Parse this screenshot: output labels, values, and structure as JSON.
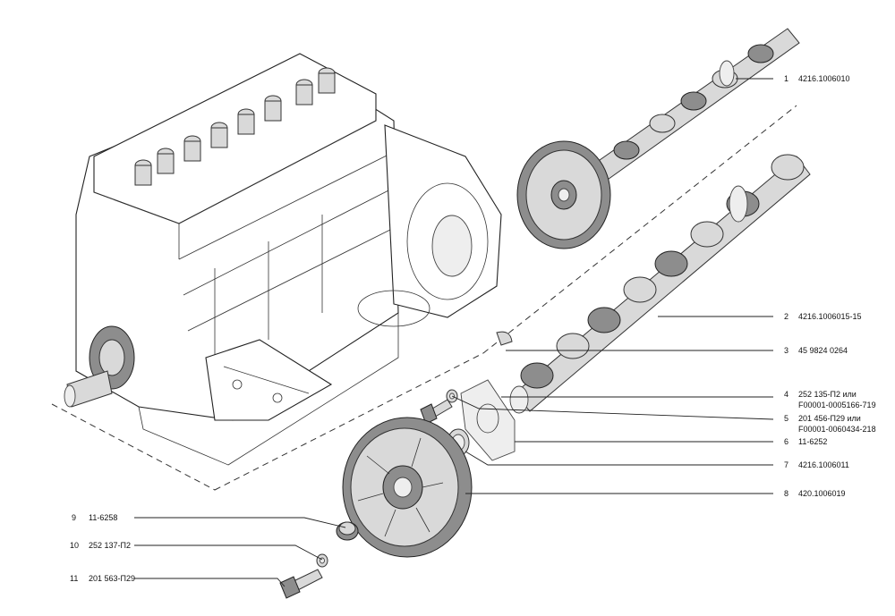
{
  "labels": [
    {
      "num": "1",
      "lines": [
        "4216.1006010"
      ]
    },
    {
      "num": "2",
      "lines": [
        "4216.1006015-15"
      ]
    },
    {
      "num": "3",
      "lines": [
        "45 9824 0264"
      ]
    },
    {
      "num": "4",
      "lines": [
        "252 135-П2 или",
        "F00001-0005166-719"
      ]
    },
    {
      "num": "5",
      "lines": [
        "201 456-П29  или",
        "F00001-0060434-218"
      ]
    },
    {
      "num": "6",
      "lines": [
        "11-6252"
      ]
    },
    {
      "num": "7",
      "lines": [
        "4216.1006011"
      ]
    },
    {
      "num": "8",
      "lines": [
        "420.1006019"
      ]
    },
    {
      "num": "9",
      "lines": [
        "11-6258"
      ]
    },
    {
      "num": "10",
      "lines": [
        "252 137-П2"
      ]
    },
    {
      "num": "11",
      "lines": [
        "201 563-П29"
      ]
    }
  ],
  "colors": {
    "line": "#222222",
    "metal": "#d9d9d9",
    "metal_dark": "#8d8d8d",
    "background": "#ffffff"
  }
}
